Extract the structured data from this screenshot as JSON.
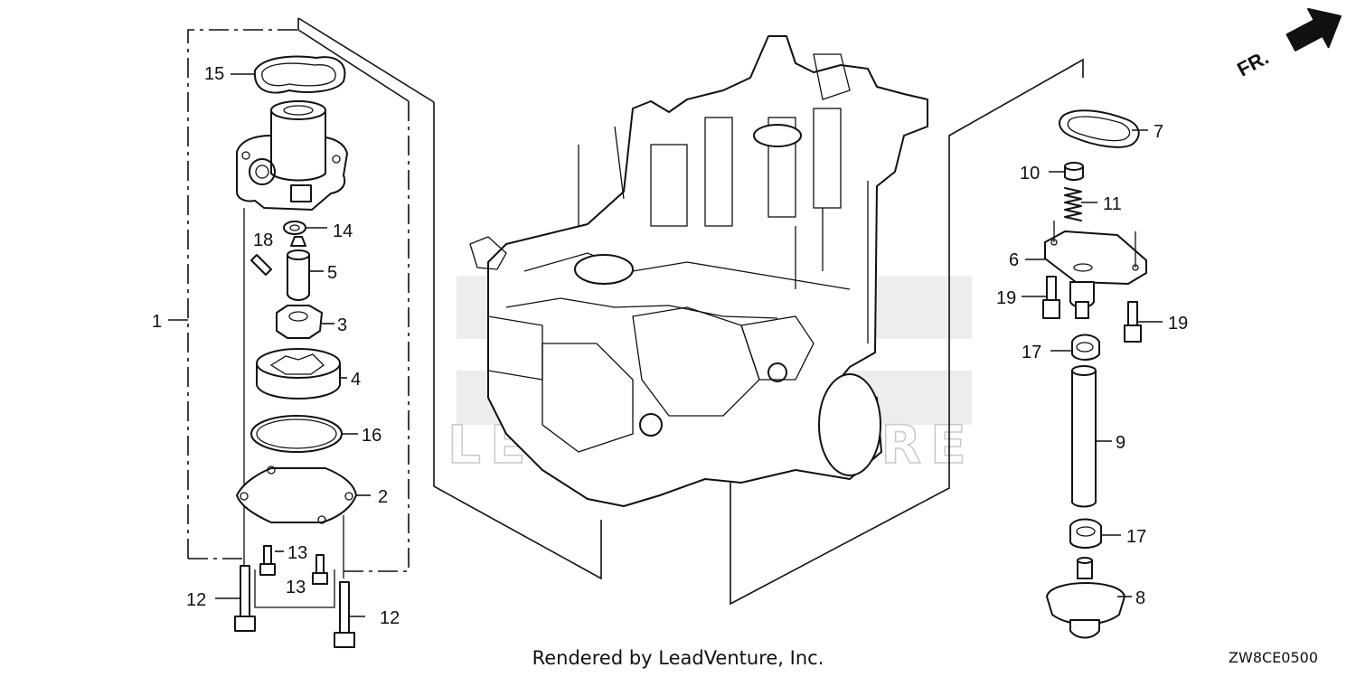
{
  "diagram": {
    "callouts": [
      {
        "id": "c1",
        "label": "1"
      },
      {
        "id": "c2",
        "label": "2"
      },
      {
        "id": "c3",
        "label": "3"
      },
      {
        "id": "c4",
        "label": "4"
      },
      {
        "id": "c5",
        "label": "5"
      },
      {
        "id": "c6",
        "label": "6"
      },
      {
        "id": "c7",
        "label": "7"
      },
      {
        "id": "c8",
        "label": "8"
      },
      {
        "id": "c9",
        "label": "9"
      },
      {
        "id": "c10",
        "label": "10"
      },
      {
        "id": "c11",
        "label": "11"
      },
      {
        "id": "c12a",
        "label": "12"
      },
      {
        "id": "c12b",
        "label": "12"
      },
      {
        "id": "c13a",
        "label": "13"
      },
      {
        "id": "c13b",
        "label": "13"
      },
      {
        "id": "c14",
        "label": "14"
      },
      {
        "id": "c15",
        "label": "15"
      },
      {
        "id": "c16",
        "label": "16"
      },
      {
        "id": "c17a",
        "label": "17"
      },
      {
        "id": "c17b",
        "label": "17"
      },
      {
        "id": "c18",
        "label": "18"
      },
      {
        "id": "c19a",
        "label": "19"
      },
      {
        "id": "c19b",
        "label": "19"
      }
    ],
    "direction_label": "FR.",
    "watermark": "LEADVENTURE",
    "credit": "Rendered by LeadVenture, Inc.",
    "diagram_code": "ZW8CE0500"
  }
}
